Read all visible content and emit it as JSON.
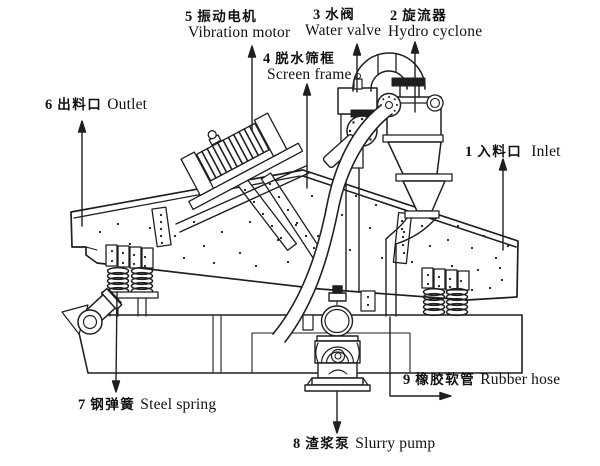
{
  "diagram": {
    "kind": "dewatering-screen-technical-line-drawing",
    "language": "zh-en"
  },
  "labels": [
    {
      "num": "1",
      "zh": "入料口",
      "en": "Inlet"
    },
    {
      "num": "2",
      "zh": "旋流器",
      "en": "Hydro cyclone"
    },
    {
      "num": "3",
      "zh": "水阀",
      "en": "Water valve"
    },
    {
      "num": "4",
      "zh": "脱水筛框",
      "en": "Screen frame"
    },
    {
      "num": "5",
      "zh": "振动电机",
      "en": "Vibration motor"
    },
    {
      "num": "6",
      "zh": "出料口",
      "en": "Outlet"
    },
    {
      "num": "7",
      "zh": "钢弹簧",
      "en": "Steel spring"
    },
    {
      "num": "8",
      "zh": "渣浆泵",
      "en": "Slurry pump"
    },
    {
      "num": "9",
      "zh": "橡胶软管",
      "en": "Rubber hose"
    }
  ],
  "colors": {
    "line": "#1f1f1f",
    "background": "#ffffff"
  }
}
